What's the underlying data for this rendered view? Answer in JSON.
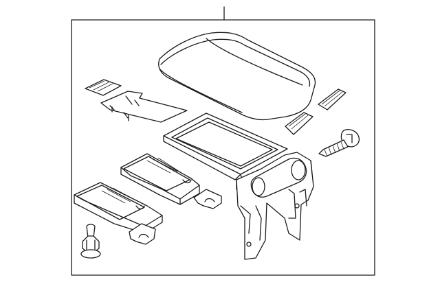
{
  "diagram": {
    "style": "exploded parts line drawing",
    "line_color": "#1a1a1a",
    "background": "#ffffff",
    "parts": [
      "leader-line",
      "assembly-frame",
      "armrest-lid",
      "lid-pad-left",
      "lid-pad-strip",
      "lid-pad-right-upper",
      "lid-pad-right-lower",
      "screw",
      "storage-bin-frame",
      "hinge-bracket-assembly",
      "upper-tray",
      "lower-tray",
      "pushpin-clip"
    ]
  }
}
